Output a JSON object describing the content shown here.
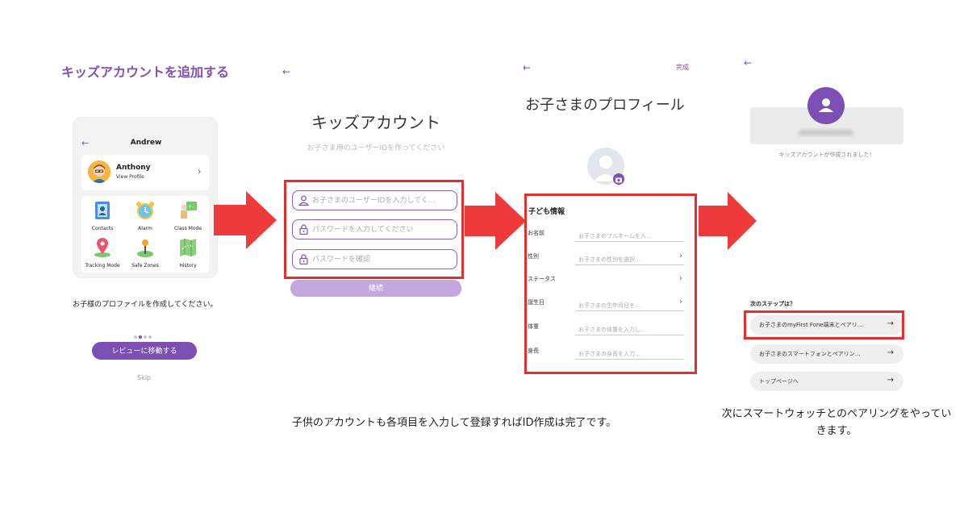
{
  "panel1": {
    "title": "キッズアカウントを追加する",
    "card": {
      "back": "←",
      "name": "Andrew",
      "profile_name": "Anthony",
      "profile_sub": "View Profile",
      "chevron": "›",
      "grid": [
        {
          "label": "Contacts",
          "icon": "contacts-icon"
        },
        {
          "label": "Alarm",
          "icon": "alarm-icon"
        },
        {
          "label": "Class Mode",
          "icon": "class-mode-icon"
        },
        {
          "label": "Tracking Mode",
          "icon": "tracking-mode-icon"
        },
        {
          "label": "Safe Zones",
          "icon": "safe-zones-icon"
        },
        {
          "label": "History",
          "icon": "history-icon"
        }
      ]
    },
    "description": "お子様のプロファイルを作成してください。",
    "review_button": "レビューに移動する",
    "skip": "Skip"
  },
  "panel2": {
    "back": "←",
    "title": "キッズアカウント",
    "subtitle": "お子さま用のユーザーIDを作ってください",
    "fields": [
      {
        "placeholder": "お子さまのユーザーIDを入力してく…",
        "icon": "user-icon"
      },
      {
        "placeholder": "パスワードを入力してください",
        "icon": "lock-icon"
      },
      {
        "placeholder": "パスワードを確認",
        "icon": "lock-icon"
      }
    ],
    "continue": "継続"
  },
  "panel3": {
    "back": "←",
    "done": "完成",
    "title": "お子さまのプロフィール",
    "section": "子ども情報",
    "rows": [
      {
        "label": "お名前",
        "placeholder": "お子さまのフルネームを入…",
        "chevron": ""
      },
      {
        "label": "性別",
        "placeholder": "お子さまの性別を選択…",
        "chevron": "›"
      },
      {
        "label": "ステータス",
        "placeholder": "",
        "chevron": "›"
      },
      {
        "label": "誕生日",
        "placeholder": "お子さまの生年月日を…",
        "chevron": "›"
      },
      {
        "label": "体重",
        "placeholder": "お子さまの体重を入力し…",
        "chevron": ""
      },
      {
        "label": "身長",
        "placeholder": "お子さまの身長を入力…",
        "chevron": ""
      }
    ]
  },
  "panel4": {
    "back": "←",
    "created": "キッズアカウントが作成されました！",
    "next_steps": "次のステップは？",
    "buttons": [
      {
        "label": "お子さまのmyFirst Fone端末とペアリ…",
        "arrow": "→"
      },
      {
        "label": "お子さまのスマートフォンとペアリン…",
        "arrow": "→"
      },
      {
        "label": "トップページへ",
        "arrow": "→"
      }
    ]
  },
  "captions": {
    "middle": "子供のアカウントも各項目を入力して登録すればID作成は完了です。",
    "right": "次にスマートウォッチとのペアリングをやっていきます。"
  },
  "colors": {
    "accent": "#7b4fb3",
    "highlight": "#e52e2e",
    "arrow": "#ee3a3a"
  }
}
